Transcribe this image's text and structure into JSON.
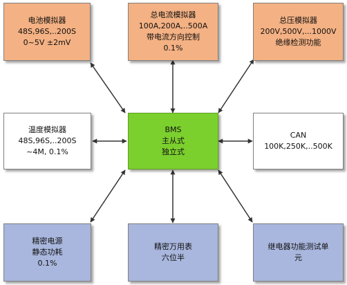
{
  "colors": {
    "top_boxes": "#f4b183",
    "middle_side_boxes": "#ffffff",
    "center_box": "#7cd02e",
    "bottom_boxes": "#a9b6dd",
    "arrows": "#333333"
  },
  "nodes": {
    "battery_sim": {
      "lines": [
        "电池模拟器",
        "48S,96S,..200S",
        "0~5V ±2mV"
      ]
    },
    "current_sim": {
      "lines": [
        "总电流模拟器",
        "100A,200A,..500A",
        "带电流方向控制",
        "0.1%"
      ]
    },
    "voltage_sim": {
      "lines": [
        "总压模拟器",
        "200V,500V,...1000V",
        "绝缘检测功能"
      ]
    },
    "temp_sim": {
      "lines": [
        "温度模拟器",
        "48S,96S,..200S",
        "~4M, 0.1%"
      ]
    },
    "bms": {
      "lines": [
        "BMS",
        "主从式",
        "独立式"
      ]
    },
    "can": {
      "lines": [
        "CAN",
        "100K,250K,..500K"
      ]
    },
    "power_supply": {
      "lines": [
        "精密电源",
        "静态功耗",
        "0.1%"
      ]
    },
    "multimeter": {
      "lines": [
        "精密万用表",
        "六位半"
      ]
    },
    "relay_tester": {
      "lines": [
        "继电器功能测试单",
        "元"
      ]
    }
  },
  "connections": [
    {
      "from": "bms",
      "to": "battery_sim",
      "direction": "bidirectional"
    },
    {
      "from": "bms",
      "to": "current_sim",
      "direction": "bidirectional"
    },
    {
      "from": "bms",
      "to": "voltage_sim",
      "direction": "bidirectional"
    },
    {
      "from": "bms",
      "to": "temp_sim",
      "direction": "bidirectional"
    },
    {
      "from": "bms",
      "to": "can",
      "direction": "bidirectional"
    },
    {
      "from": "bms",
      "to": "power_supply",
      "direction": "bidirectional"
    },
    {
      "from": "bms",
      "to": "multimeter",
      "direction": "bidirectional"
    },
    {
      "from": "bms",
      "to": "relay_tester",
      "direction": "bidirectional"
    }
  ]
}
